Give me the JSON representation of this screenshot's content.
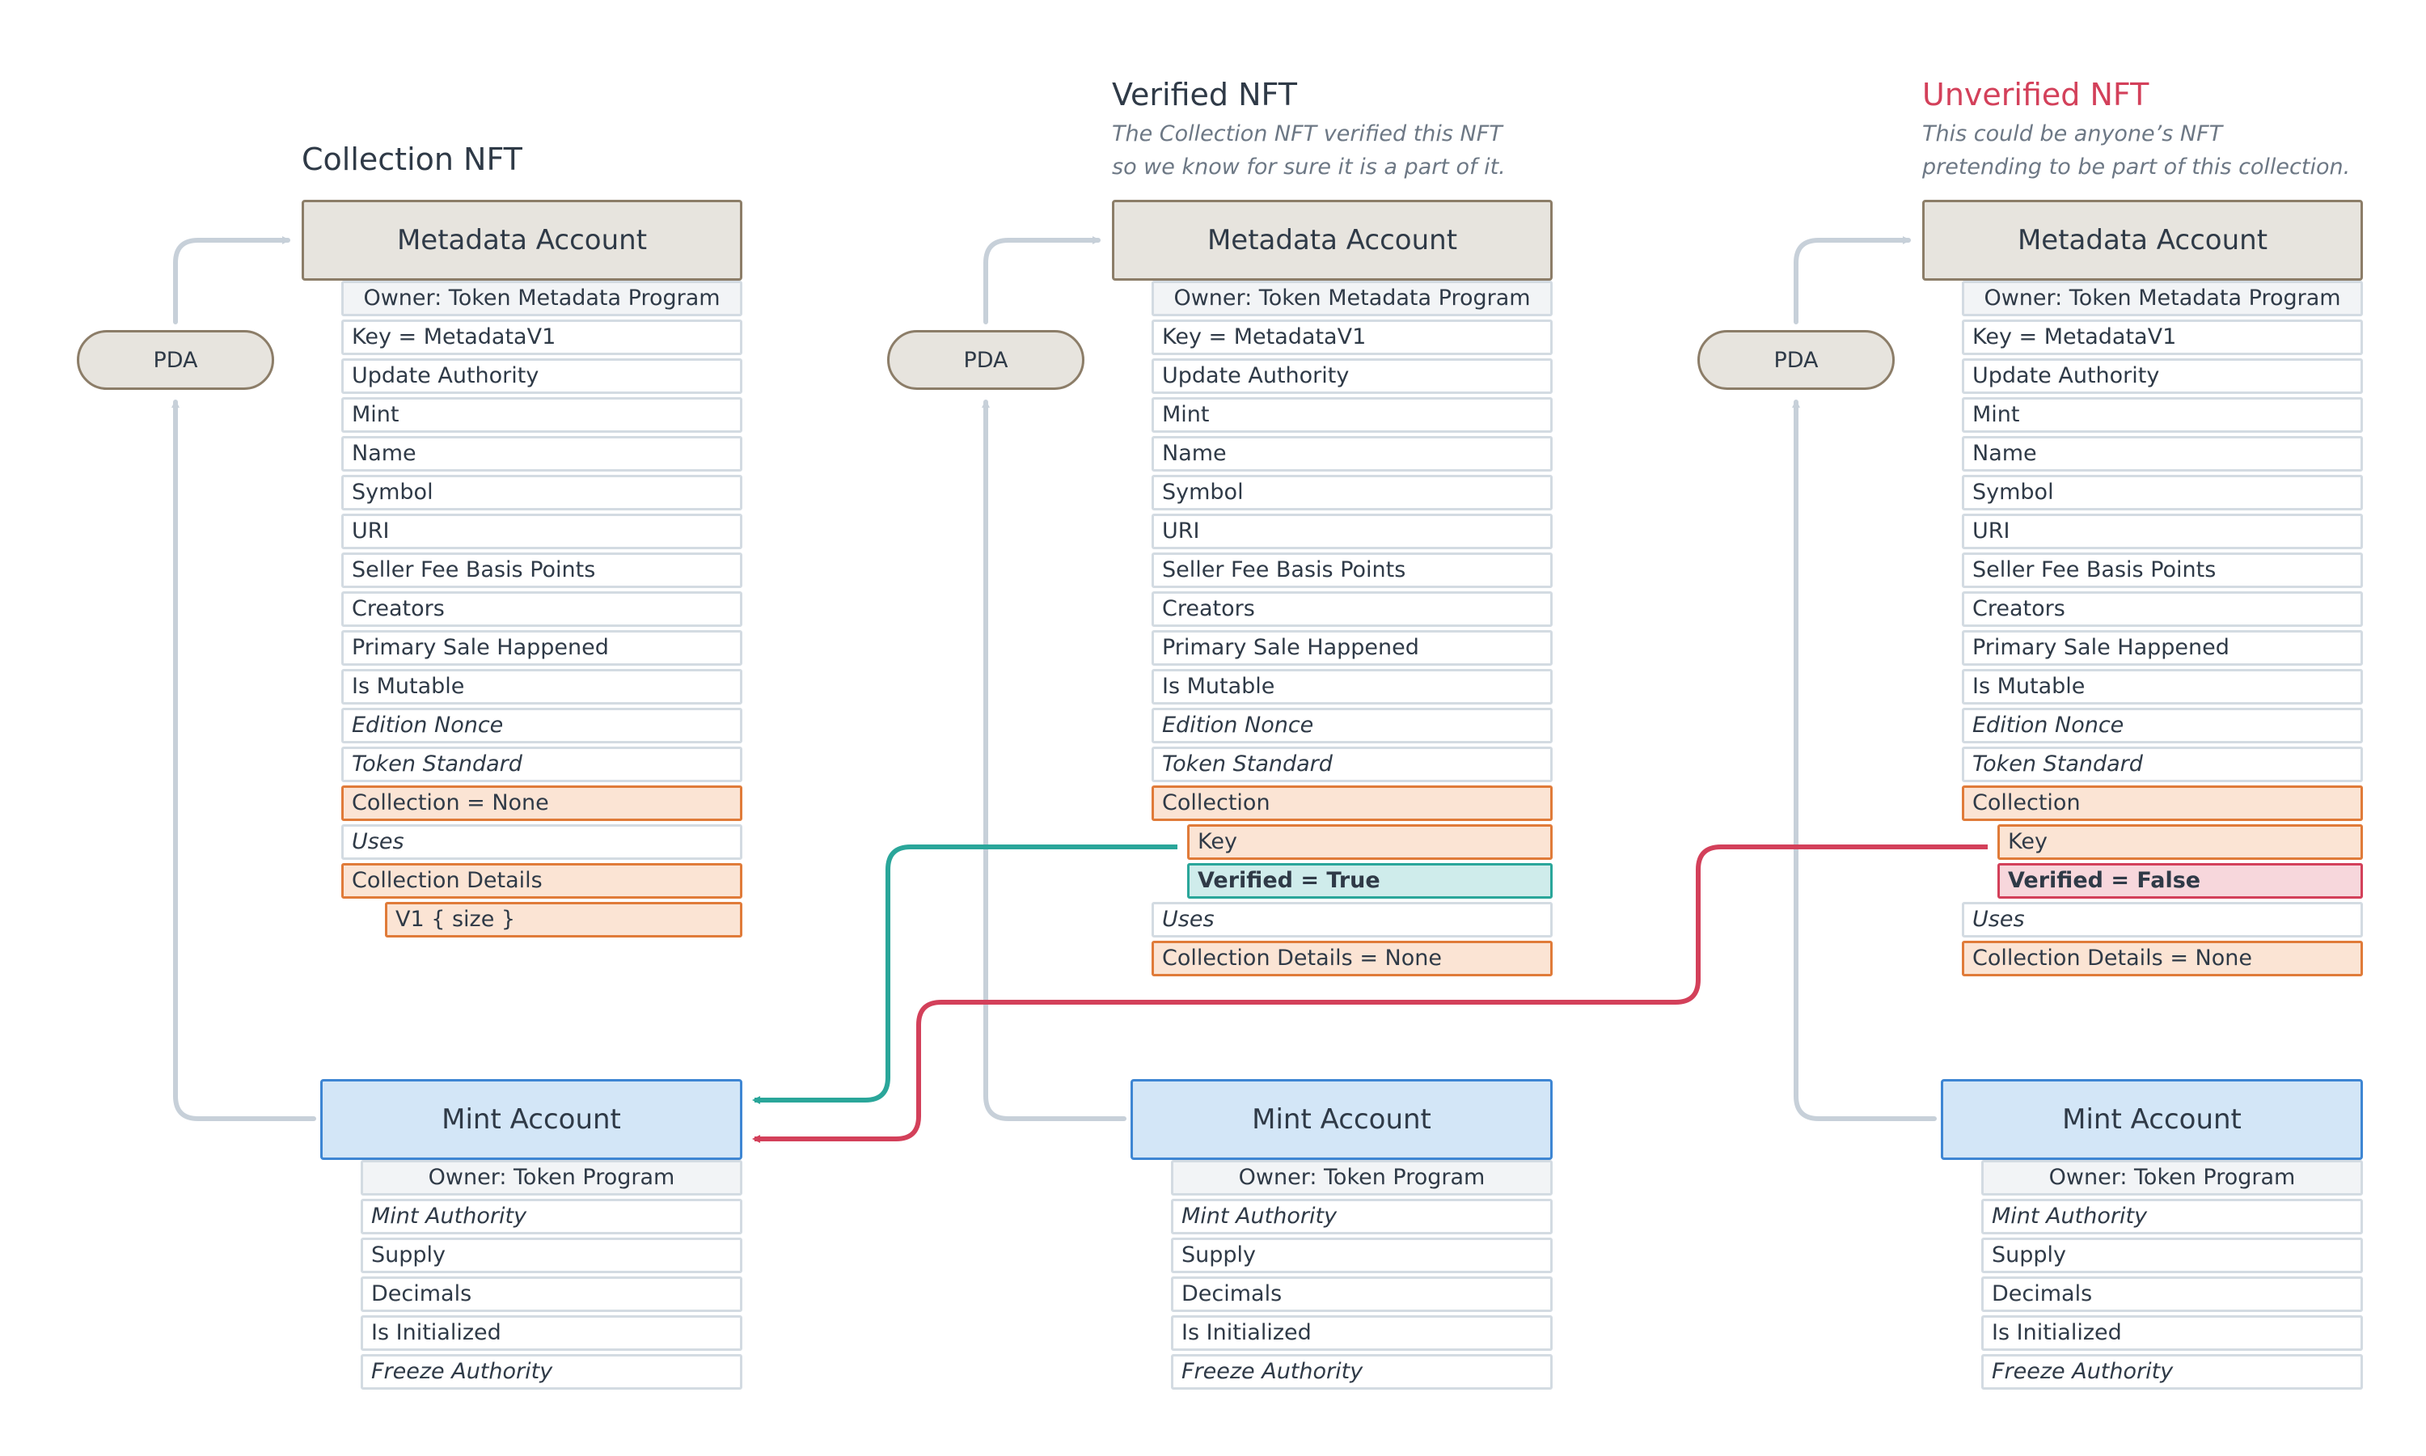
{
  "colors": {
    "metadata_border": "#8c7d68",
    "metadata_fill": "#e7e4de",
    "mint_border": "#3e86d3",
    "mint_fill": "#d3e6f7",
    "highlight_border": "#e07b39",
    "highlight_fill": "#fbe4d4",
    "verified_border": "#2aa69a",
    "verified_fill": "#cfeceb",
    "unverified_border": "#d3405a",
    "unverified_fill": "#f7d7dc",
    "arrow_gray": "#c7d0d9"
  },
  "pda_label": "PDA",
  "collection": {
    "title": "Collection NFT",
    "metadata_title": "Metadata Account",
    "metadata_rows": [
      {
        "label": "Owner: Token Metadata Program",
        "kind": "owner"
      },
      {
        "label": "Key = MetadataV1",
        "kind": "plain"
      },
      {
        "label": "Update Authority",
        "kind": "plain"
      },
      {
        "label": "Mint",
        "kind": "plain"
      },
      {
        "label": "Name",
        "kind": "plain"
      },
      {
        "label": "Symbol",
        "kind": "plain"
      },
      {
        "label": "URI",
        "kind": "plain"
      },
      {
        "label": "Seller Fee Basis Points",
        "kind": "plain"
      },
      {
        "label": "Creators",
        "kind": "plain"
      },
      {
        "label": "Primary Sale Happened",
        "kind": "plain"
      },
      {
        "label": "Is Mutable",
        "kind": "plain"
      },
      {
        "label": "Edition Nonce",
        "kind": "italic"
      },
      {
        "label": "Token Standard",
        "kind": "italic"
      },
      {
        "label": "Collection = None",
        "kind": "orange"
      },
      {
        "label": "Uses",
        "kind": "italic"
      },
      {
        "label": "Collection Details",
        "kind": "orange"
      },
      {
        "label": "V1 { size }",
        "kind": "orange"
      }
    ],
    "mint_title": "Mint Account",
    "mint_rows": [
      {
        "label": "Owner: Token Program",
        "kind": "owner"
      },
      {
        "label": "Mint Authority",
        "kind": "italic"
      },
      {
        "label": "Supply",
        "kind": "plain"
      },
      {
        "label": "Decimals",
        "kind": "plain"
      },
      {
        "label": "Is Initialized",
        "kind": "plain"
      },
      {
        "label": "Freeze Authority",
        "kind": "italic"
      }
    ]
  },
  "verified": {
    "title": "Verified NFT",
    "subtitle_1": "The Collection NFT verified this NFT",
    "subtitle_2": "so we know for sure it is a part of it.",
    "metadata_title": "Metadata Account",
    "metadata_rows": [
      {
        "label": "Owner: Token Metadata Program",
        "kind": "owner"
      },
      {
        "label": "Key = MetadataV1",
        "kind": "plain"
      },
      {
        "label": "Update Authority",
        "kind": "plain"
      },
      {
        "label": "Mint",
        "kind": "plain"
      },
      {
        "label": "Name",
        "kind": "plain"
      },
      {
        "label": "Symbol",
        "kind": "plain"
      },
      {
        "label": "URI",
        "kind": "plain"
      },
      {
        "label": "Seller Fee Basis Points",
        "kind": "plain"
      },
      {
        "label": "Creators",
        "kind": "plain"
      },
      {
        "label": "Primary Sale Happened",
        "kind": "plain"
      },
      {
        "label": "Is Mutable",
        "kind": "plain"
      },
      {
        "label": "Edition Nonce",
        "kind": "italic"
      },
      {
        "label": "Token Standard",
        "kind": "italic"
      },
      {
        "label": "Collection",
        "kind": "orange"
      },
      {
        "label": "Key",
        "kind": "orange"
      },
      {
        "label": "Verified = True",
        "kind": "teal"
      },
      {
        "label": "Uses",
        "kind": "italic"
      },
      {
        "label": "Collection Details = None",
        "kind": "orange"
      }
    ],
    "mint_title": "Mint Account",
    "mint_rows": [
      {
        "label": "Owner: Token Program",
        "kind": "owner"
      },
      {
        "label": "Mint Authority",
        "kind": "italic"
      },
      {
        "label": "Supply",
        "kind": "plain"
      },
      {
        "label": "Decimals",
        "kind": "plain"
      },
      {
        "label": "Is Initialized",
        "kind": "plain"
      },
      {
        "label": "Freeze Authority",
        "kind": "italic"
      }
    ]
  },
  "unverified": {
    "title": "Unverified NFT",
    "subtitle_1": "This could be anyone’s NFT",
    "subtitle_2": "pretending to be part of this collection.",
    "metadata_title": "Metadata Account",
    "metadata_rows": [
      {
        "label": "Owner: Token Metadata Program",
        "kind": "owner"
      },
      {
        "label": "Key = MetadataV1",
        "kind": "plain"
      },
      {
        "label": "Update Authority",
        "kind": "plain"
      },
      {
        "label": "Mint",
        "kind": "plain"
      },
      {
        "label": "Name",
        "kind": "plain"
      },
      {
        "label": "Symbol",
        "kind": "plain"
      },
      {
        "label": "URI",
        "kind": "plain"
      },
      {
        "label": "Seller Fee Basis Points",
        "kind": "plain"
      },
      {
        "label": "Creators",
        "kind": "plain"
      },
      {
        "label": "Primary Sale Happened",
        "kind": "plain"
      },
      {
        "label": "Is Mutable",
        "kind": "plain"
      },
      {
        "label": "Edition Nonce",
        "kind": "italic"
      },
      {
        "label": "Token Standard",
        "kind": "italic"
      },
      {
        "label": "Collection",
        "kind": "orange"
      },
      {
        "label": "Key",
        "kind": "orange"
      },
      {
        "label": "Verified = False",
        "kind": "pink"
      },
      {
        "label": "Uses",
        "kind": "italic"
      },
      {
        "label": "Collection Details = None",
        "kind": "orange"
      }
    ],
    "mint_title": "Mint Account",
    "mint_rows": [
      {
        "label": "Owner: Token Program",
        "kind": "owner"
      },
      {
        "label": "Mint Authority",
        "kind": "italic"
      },
      {
        "label": "Supply",
        "kind": "plain"
      },
      {
        "label": "Decimals",
        "kind": "plain"
      },
      {
        "label": "Is Initialized",
        "kind": "plain"
      },
      {
        "label": "Freeze Authority",
        "kind": "italic"
      }
    ]
  }
}
